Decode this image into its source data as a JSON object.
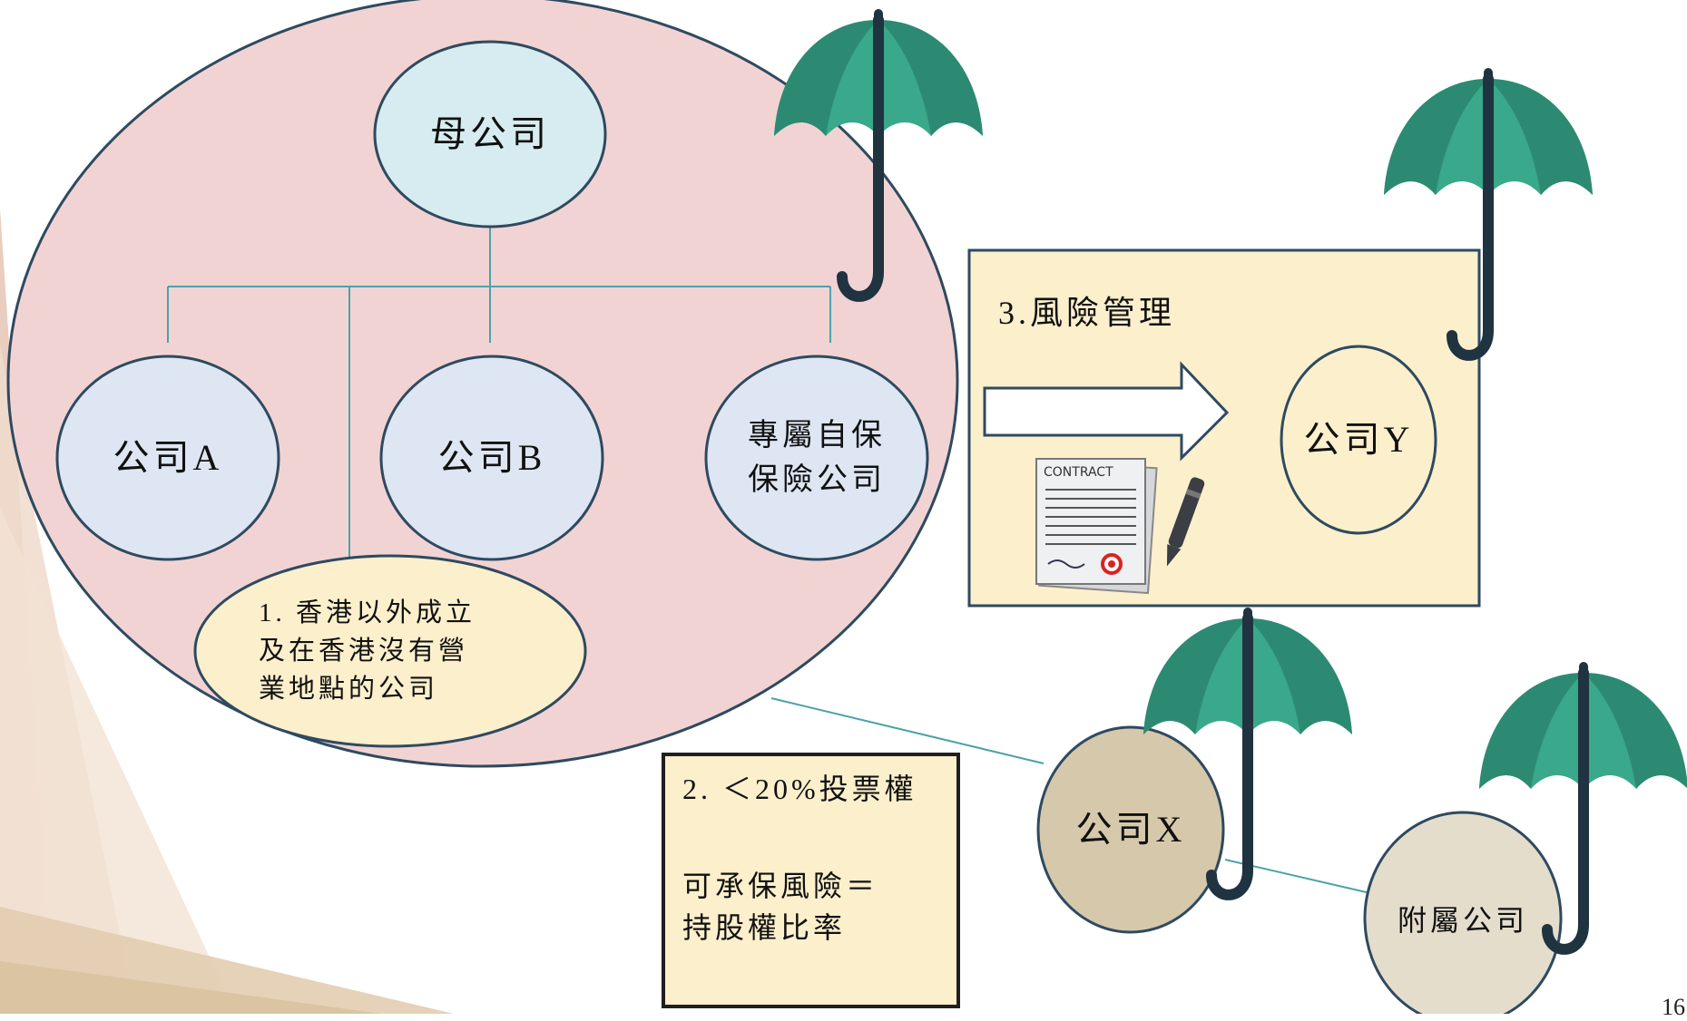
{
  "diagram": {
    "parent_company": "母公司",
    "company_a": "公司A",
    "company_b": "公司B",
    "captive_insurer": "專屬自保\n保險公司",
    "note_1": "1. 香港以外成立\n及在香港沒有營\n業地點的公司",
    "note_2_title": "2. ＜20%投票權",
    "note_2_body": "可承保風險＝\n持股權比率",
    "risk_management": "3.風險管理",
    "company_y": "公司Y",
    "company_x": "公司X",
    "subsidiary": "附屬公司",
    "contract_label": "CONTRACT",
    "icons": [
      "umbrella-icon",
      "arrow-right-icon",
      "contract-document-icon",
      "pen-icon"
    ]
  },
  "slide_number": "16",
  "colors": {
    "group_fill": "#f2d3d3",
    "circle_fill": "#dde6f2",
    "parent_fill": "#d6ecf0",
    "note_fill": "#fcefcc",
    "risk_box_fill": "#fcefcc",
    "company_x_fill": "#d6c8aa",
    "subsidiary_fill": "#e4ddcc",
    "umbrella_green": "#3aa88a",
    "umbrella_dark": "#2d8a72",
    "handle": "#1f3340",
    "line": "#4aa3a8"
  }
}
